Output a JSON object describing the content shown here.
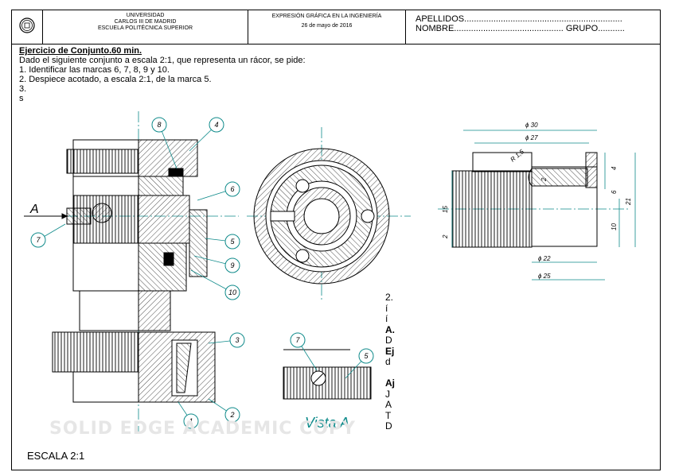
{
  "header": {
    "university": [
      "UNIVERSIDAD",
      "CARLOS III DE MADRID",
      "ESCUELA POLITÉCNICA SUPERIOR"
    ],
    "course": "EXPRESIÓN GRÁFICA EN LA INGENIERÍA",
    "date": "26 de mayo de 2016",
    "apellidos": "APELLIDOS.................................................................",
    "nombre": "NOMBRE............................................. GRUPO..........."
  },
  "exercise": {
    "title": "Ejercicio de Conjunto.60 min.",
    "lines": [
      "Dado el siguiente conjunto a escala 2:1, que representa un rácor, se pide:",
      "1. Identificar las marcas 6, 7, 8, 9 y 10.",
      "2. Despiece acotado, a escala 2:1, de la marca 5.",
      "3.",
      "s"
    ]
  },
  "balloons": [
    "8",
    "4",
    "6",
    "7",
    "5",
    "9",
    "10",
    "3",
    "2",
    "1"
  ],
  "section_label": "A",
  "view_a": {
    "label": "Vista A",
    "balloons": [
      "7",
      "5"
    ]
  },
  "dimensions": [
    "ϕ 30",
    "ϕ 27",
    "R 1,5",
    "2",
    "4",
    "6",
    "15",
    "21",
    "10",
    "2",
    "ϕ 22",
    "ϕ 25"
  ],
  "side_text": [
    "2.",
    "í",
    "í",
    "A.",
    "D",
    "Ej",
    "d",
    "",
    "Aj",
    "J",
    "A",
    "T",
    "D"
  ],
  "watermark": "SOLID EDGE ACADEMIC COPY",
  "scale": "ESCALA 2:1",
  "colors": {
    "teal": "#0e8a8a",
    "ink": "#000000",
    "hatch": "#000000"
  }
}
